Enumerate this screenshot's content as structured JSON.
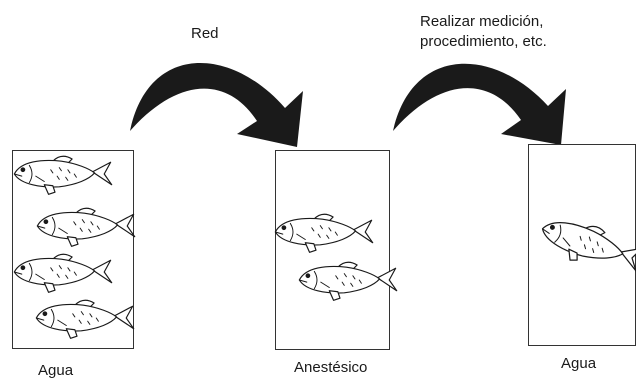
{
  "steps": [
    {
      "label_lines": [
        "Red"
      ]
    },
    {
      "label_lines": [
        "Realizar medición,",
        "procedimiento, etc."
      ]
    }
  ],
  "tanks": [
    {
      "caption": "Agua",
      "fish_count": 4
    },
    {
      "caption": "Anestésico",
      "fish_count": 2
    },
    {
      "caption": "Agua",
      "fish_count": 1
    }
  ],
  "colors": {
    "arrow": "#1a1a1a",
    "outline": "#333333"
  },
  "icons": {
    "fish": "fish-icon",
    "arrow": "curved-arrow-icon"
  }
}
